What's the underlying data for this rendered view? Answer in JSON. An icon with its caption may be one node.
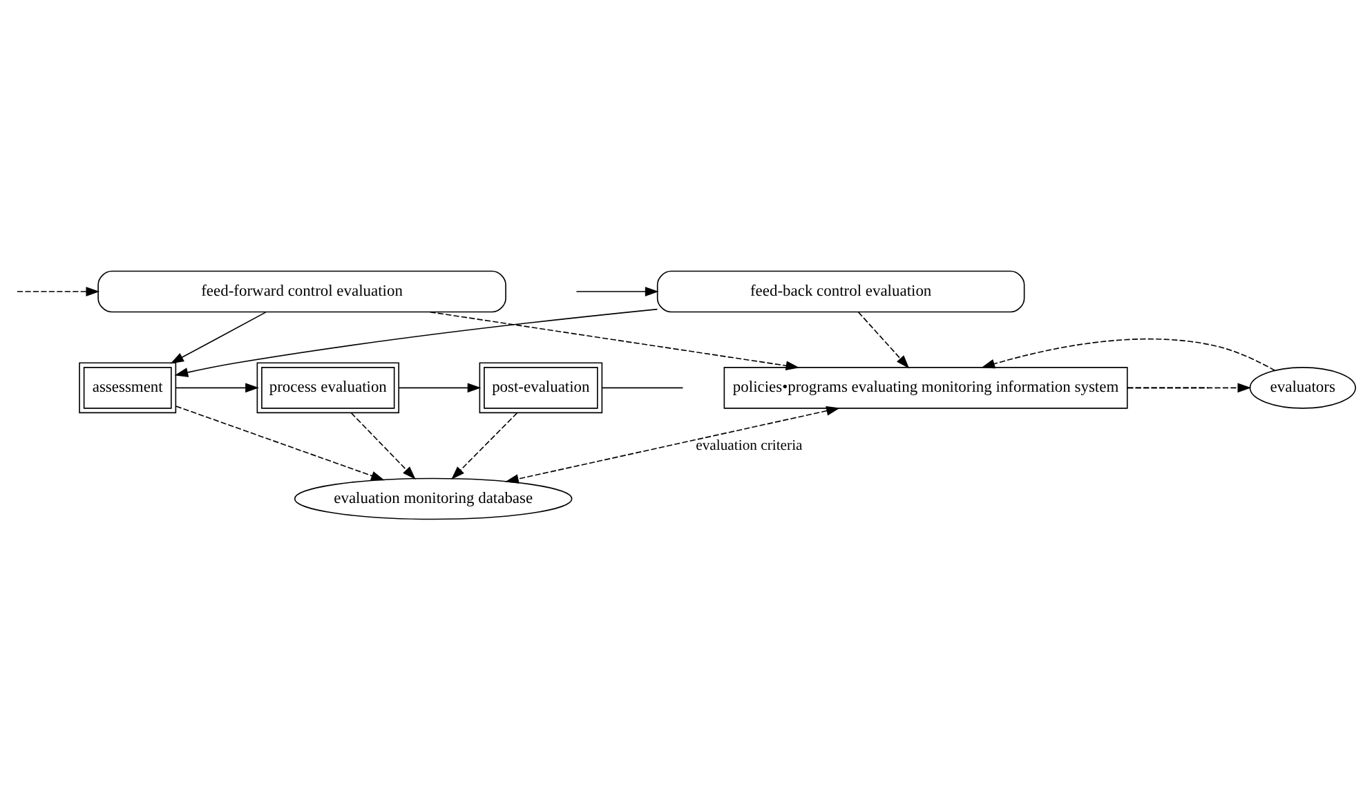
{
  "diagram": {
    "nodes": [
      {
        "text": [
          "evaluation monitoring database"
        ]
      },
      {
        "text": [
          "assessment"
        ]
      },
      {
        "text": [
          "process evaluation"
        ]
      },
      {
        "text": [
          "post-evaluation"
        ]
      },
      {
        "text": [
          "feed-back control evaluation"
        ]
      },
      {
        "text": [
          "feed-forward control evaluation"
        ]
      },
      {
        "text": [
          "policies•programs evaluating monitoring information system"
        ]
      },
      {
        "text": [
          "evaluators"
        ]
      }
    ],
    "edges": [
      {
        "from": 6,
        "to": 0,
        "arrow": "both",
        "style": "dashed",
        "label": "evaluation criteria"
      },
      {
        "from": 1,
        "to": 0,
        "arrow": "to",
        "style": "dashed"
      },
      {
        "from": 2,
        "to": 0,
        "arrow": "to",
        "style": "dashed"
      },
      {
        "from": 3,
        "to": 0,
        "arrow": "to",
        "style": "dashed"
      },
      {
        "from": 1,
        "to": 2,
        "arrow": "to"
      },
      {
        "from": 2,
        "to": 3,
        "arrow": "to"
      },
      {
        "from": 3,
        "to": null,
        "arrow": "none"
      },
      {
        "from": 4,
        "to": 1,
        "arrow": "to"
      },
      {
        "from": 5,
        "to": 1,
        "arrow": "to"
      },
      {
        "from": 4,
        "to": 6,
        "arrow": "to",
        "style": "dashed"
      },
      {
        "from": 5,
        "to": 6,
        "arrow": "to",
        "style": "dashed"
      },
      {
        "from": null,
        "to": 4,
        "arrow": "to"
      },
      {
        "from": null,
        "to": 5,
        "arrow": "to",
        "style": "dashed"
      },
      {
        "from": 7,
        "to": 6,
        "arrow": "to",
        "style": "dashed"
      },
      {
        "from": 6,
        "to": 7,
        "arrow": "to",
        "style": "dashed"
      },
      {
        "from": 6,
        "to": null,
        "arrow": "none",
        "style": "dashed"
      }
    ]
  }
}
